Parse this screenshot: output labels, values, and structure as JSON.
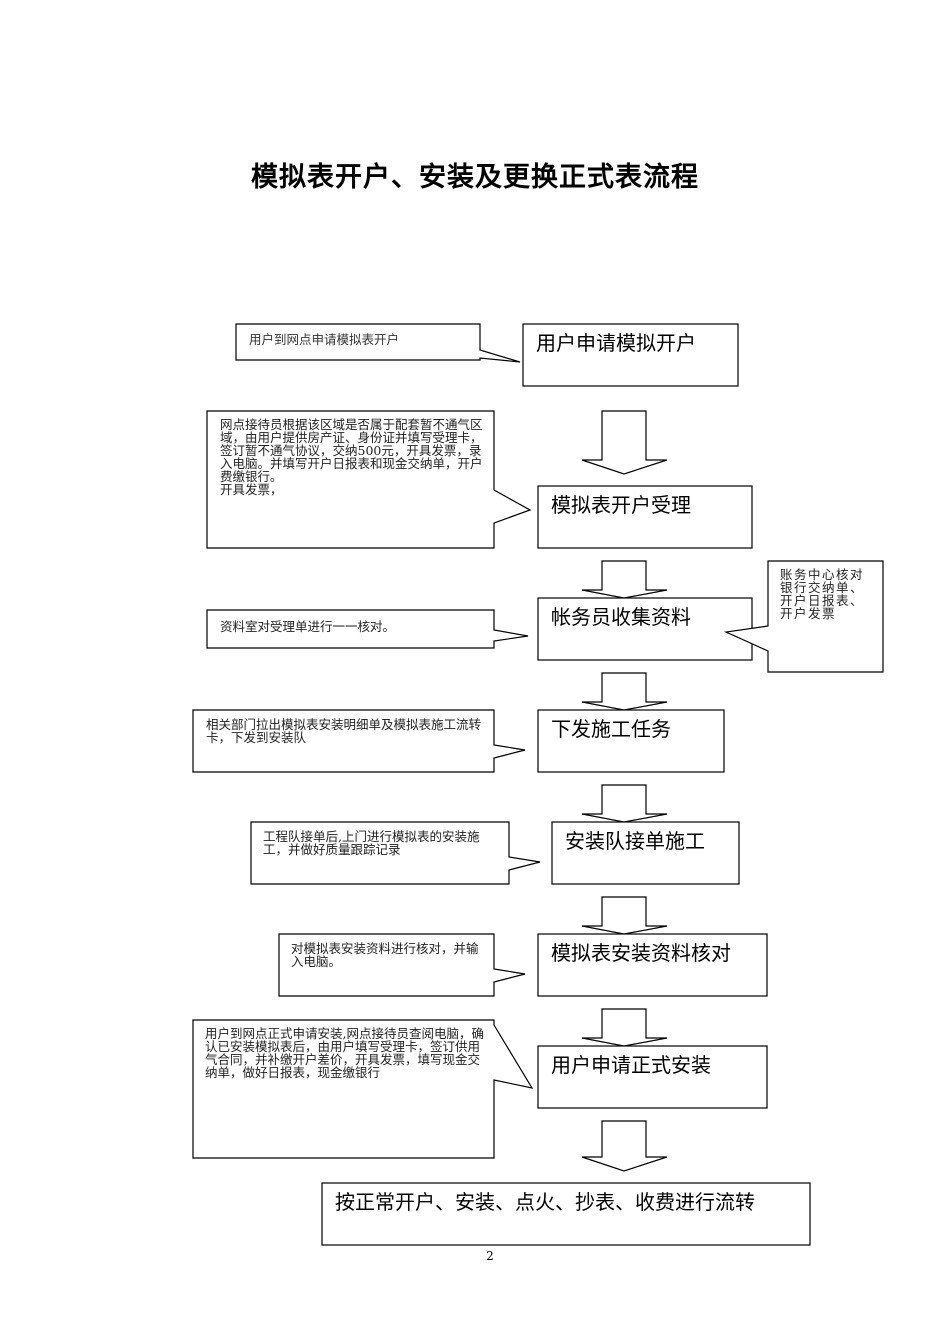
{
  "title": "模拟表开户、安装及更换正式表流程",
  "steps": [
    {
      "label": "用户申请模拟开户"
    },
    {
      "label": "模拟表开户受理"
    },
    {
      "label": "帐务员收集资料"
    },
    {
      "label": "下发施工任务"
    },
    {
      "label": "安装队接单施工"
    },
    {
      "label": "模拟表安装资料核对"
    },
    {
      "label": "用户申请正式安装"
    },
    {
      "label": "按正常开户、安装、点火、抄表、收费进行流转"
    }
  ],
  "notes": [
    {
      "text": "用户到网点申请模拟表开户"
    },
    {
      "text": "网点接待员根据该区域是否属于配套暂不通气区域，由用户提供房产证、身份证并填写受理卡，签订暂不通气协议，交纳500元，开具发票，录入电脑。并填写开户日报表和现金交纳单，开户费缴银行。\n开具发票，"
    },
    {
      "text": "资料室对受理单进行一一核对。"
    },
    {
      "text": "账务中心核对银行交纳单、开户日报表、开户发票"
    },
    {
      "text": "相关部门拉出模拟表安装明细单及模拟表施工流转卡，下发到安装队"
    },
    {
      "text": "工程队接单后,上门进行模拟表的安装施工，并做好质量跟踪记录"
    },
    {
      "text": "对模拟表安装资料进行核对，并输入电脑。"
    },
    {
      "text": "用户到网点正式申请安装,网点接待员查阅电脑，确认已安装模拟表后，由用户填写受理卡，签订供用气合同，并补缴开户差价，开具发票，填写现金交纳单，做好日报表，现金缴银行"
    }
  ],
  "page_number": "2"
}
